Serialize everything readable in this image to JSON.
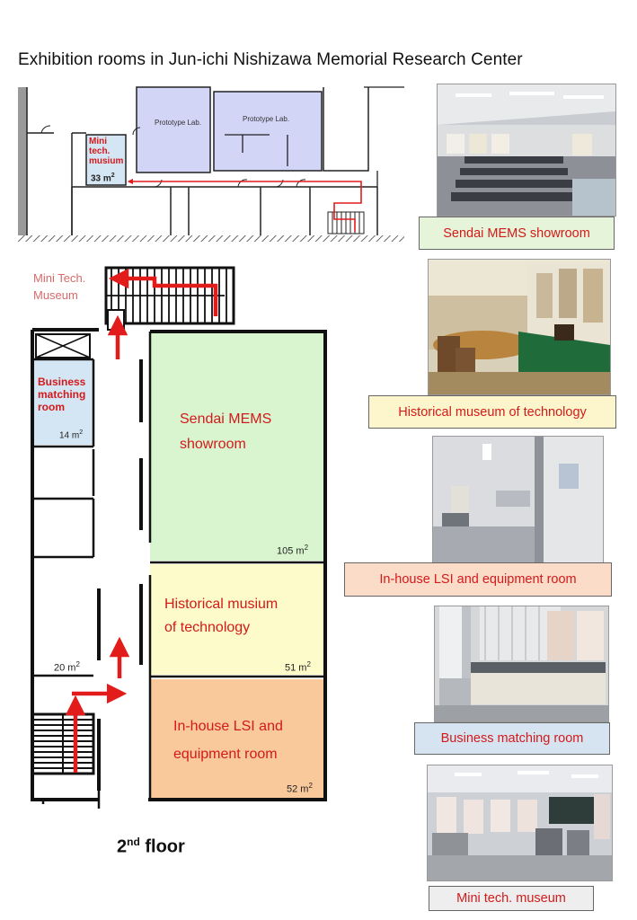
{
  "page_title": "Exhibition rooms in Jun-ichi Nishizawa Memorial Research Center",
  "top_plan": {
    "lab1": "Prototype Lab.",
    "lab2": "Prototype Lab.",
    "mini_museum_label": [
      "Mini",
      "tech.",
      "musium"
    ],
    "mini_museum_area": "33 m",
    "area_sup": "2"
  },
  "main_plan": {
    "mini_museum_link": [
      "Mini Tech.",
      "Museum"
    ],
    "business_label": [
      "Business",
      "matching",
      "room"
    ],
    "business_area": "14 m",
    "sendai_label": [
      "Sendai MEMS",
      "showroom"
    ],
    "sendai_area": "105 m",
    "historical_label": [
      "Historical musium",
      "of technology"
    ],
    "historical_area": "51 m",
    "corridor_area": "20 m",
    "inhouse_label": [
      "In-house LSI and",
      "equipment room"
    ],
    "inhouse_area": "52 m",
    "area_sup": "2",
    "floor_number": "2",
    "floor_sup": "nd",
    "floor_word": " floor"
  },
  "photos": [
    {
      "caption": "Sendai MEMS showroom",
      "caption_bg": "#e6f4d9"
    },
    {
      "caption": "Historical museum of technology",
      "caption_bg": "#fdf6cc"
    },
    {
      "caption": "In-house LSI and equipment room",
      "caption_bg": "#fbdcc9"
    },
    {
      "caption": "Business matching room",
      "caption_bg": "#d6e4f2"
    },
    {
      "caption": "Mini tech. museum",
      "caption_bg": "#eeeeee"
    }
  ],
  "colors": {
    "room_green": "#d9f5d0",
    "room_yellow": "#fdfbc9",
    "room_orange": "#f9c99c",
    "room_blue": "#d4e5f3",
    "lab_lavender": "#d3d5f7",
    "arrow_red": "#e21b1b"
  }
}
